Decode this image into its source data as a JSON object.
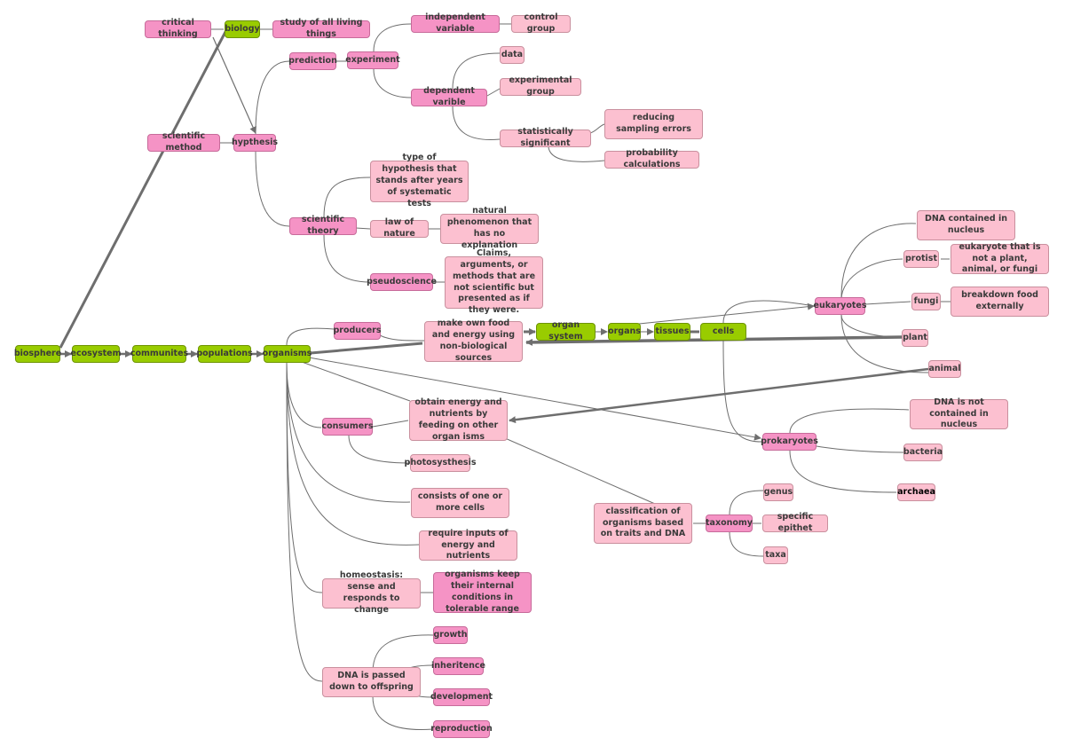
{
  "concept_map": {
    "colors": {
      "green": "#99cc00",
      "pink": "#f593c5",
      "light": "#fcc0d0",
      "line": "#6e6e6e"
    },
    "nodes": {
      "biosphere": "biosphere",
      "ecosystem": "ecosystem",
      "communites": "communites",
      "populations": "populations",
      "organisms": "organisms",
      "biology": "biology",
      "critical_thinking": "critical thinking",
      "study_of_living": "study of all living things",
      "scientific_method": "scientific method",
      "hypthesis": "hypthesis",
      "prediction": "prediction",
      "experiment": "experiment",
      "independent_variable": "independent variable",
      "control_group": "control group",
      "dependent_varible": "dependent varible",
      "data": "data",
      "experimental_group": "experimental group",
      "statistically_significant": "statistically significant",
      "reducing_sampling_errors": "reducing sampling errors",
      "probability_calculations": "probability calculations",
      "scientific_theory": "scientific theory",
      "type_of_hypothesis": "type of hypothesis that stands after years of systematic tests",
      "law_of_nature": "law of nature",
      "natural_phenomenon": "natural phenomenon that has no explanation",
      "pseudoscience": "pseudoscience",
      "claims_arguments": "Claims, arguments, or methods that are not scientific but presented as if they were.",
      "producers": "producers",
      "make_own_food": "make own food and energy using non-biological sources",
      "organ_system": "organ system",
      "organs": "organs",
      "tissues": "tissues",
      "cells": "cells",
      "eukaryotes": "eukaryotes",
      "dna_contained": "DNA contained in nucleus",
      "protist": "protist",
      "eukaryote_not": "eukaryote that is not a plant, animal, or fungi",
      "fungi": "fungi",
      "breakdown_food": "breakdown food externally",
      "plant": "plant",
      "animal": "animal",
      "consumers": "consumers",
      "obtain_energy": "obtain energy and nutrients by feeding on other organ isms",
      "photosysthesis": "photosysthesis",
      "consists_cells": "consists of one or more cells",
      "require_inputs": "require inputs of energy and nutrients",
      "homeostasis": "homeostasis: sense and responds to change",
      "organisms_keep": "organisms keep their internal conditions in tolerable range",
      "dna_passed": "DNA is passed down to offspring",
      "growth": "growth",
      "inheritence": "inheritence",
      "development": "development",
      "reproduction": "reproduction",
      "prokaryotes": "prokaryotes",
      "dna_not_contained": "DNA is not contained in nucleus",
      "bacteria": "bacteria",
      "archaea": "archaea",
      "classification": "classification of organisms based on traits and DNA",
      "taxonomy": "taxonomy",
      "genus": "genus",
      "specific_epithet": "specific epithet",
      "taxa": "taxa"
    }
  }
}
